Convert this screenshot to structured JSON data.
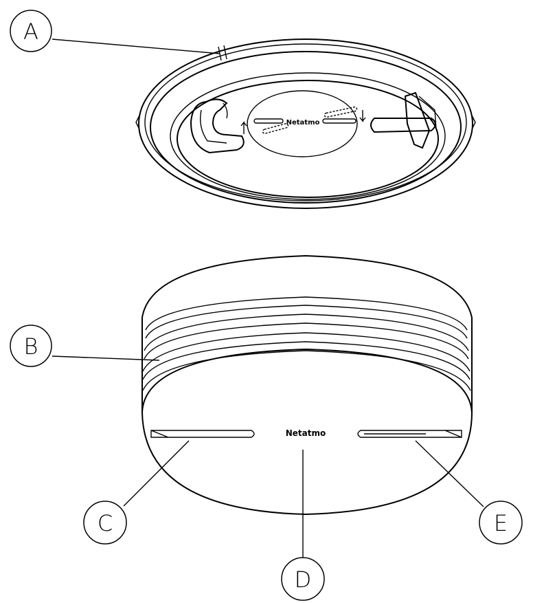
{
  "base_plate": {
    "brand_text": "Netatmo"
  },
  "detector": {
    "brand_text": "Netatmo"
  },
  "callouts": [
    {
      "id": "a",
      "label": "A"
    },
    {
      "id": "b",
      "label": "B"
    },
    {
      "id": "c",
      "label": "C"
    },
    {
      "id": "d",
      "label": "D"
    },
    {
      "id": "e",
      "label": "E"
    }
  ]
}
